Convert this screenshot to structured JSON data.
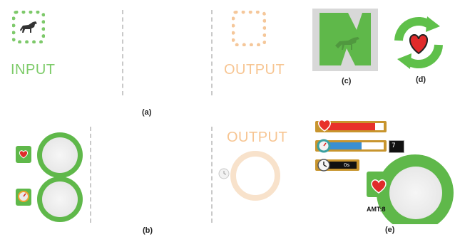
{
  "panel_a": {
    "input_label": "INPUT",
    "output_label": "OUTPUT",
    "caption": "(a)",
    "input_icon": "horse-icon"
  },
  "panel_b": {
    "caption": "(b)",
    "icons": [
      "heart-icon",
      "gauge-icon"
    ]
  },
  "panel_b_right": {
    "output_label": "OUTPUT",
    "icon": "clock-icon"
  },
  "panel_c": {
    "caption": "(c)",
    "icon": "horse-icon"
  },
  "panel_d": {
    "caption": "(d)",
    "icon": "heart-icon"
  },
  "panel_e": {
    "caption": "(e)",
    "bars": [
      {
        "icon": "heart-icon",
        "fill_fraction": 0.85,
        "color": "#e8312a"
      },
      {
        "icon": "gauge-icon",
        "fill_fraction": 0.6,
        "color": "#3a8fd1",
        "value": "7"
      },
      {
        "icon": "clock-icon",
        "text": "0s"
      }
    ],
    "amt_label": "AMT:8"
  },
  "colors": {
    "green": "#5fb84a",
    "light_green": "#7dc96a",
    "orange": "#f5c79a",
    "red": "#e8312a"
  }
}
